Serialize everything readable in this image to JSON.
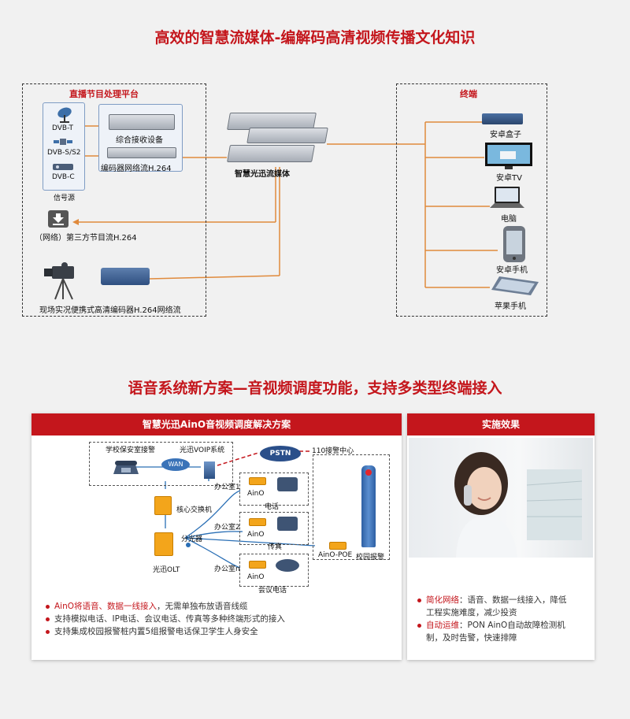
{
  "top": {
    "title": "高效的智慧流媒体-编解码高清视频传播文化知识",
    "platform_title": "直播节目处理平台",
    "sources": [
      "DVB-T",
      "DVB-S/S2",
      "DVB-C"
    ],
    "signal_label": "信号源",
    "receiver_label": "综合接收设备",
    "encoder_label": "编码器网络流H.264",
    "third_party_label": "（网络）第三方节目流H.264",
    "field_label": "现场实况便携式高清编码器H.264网络流",
    "server_label": "智慧光迅流媒体",
    "terminal_title": "终端",
    "terminals": [
      "安卓盒子",
      "安卓TV",
      "电脑",
      "安卓手机",
      "苹果手机"
    ]
  },
  "bottom": {
    "title": "语音系统新方案—音视频调度功能，支持多类型终端接入",
    "left_panel_title": "智慧光迅AinO音视频调度解决方案",
    "right_panel_title": "实施效果",
    "diagram": {
      "security_room": "学校保安室接警",
      "voip": "光迅VOIP系统",
      "wan": "WAN",
      "pstn": "PSTN",
      "alarm_center": "110接警中心",
      "core_switch": "核心交换机",
      "splitter": "分光器",
      "olt": "光迅OLT",
      "office1": "办公室1",
      "office2": "办公室2",
      "officen": "办公室n",
      "aino": "AinO",
      "phone": "电话",
      "fax": "传真",
      "conference_phone": "会议电话",
      "aino_poe": "AinO-POE",
      "campus_alarm": "校园报警"
    },
    "left_bullets": [
      {
        "highlight": "AinO将语音、数据一线接入",
        "rest": "，无需单独布放语音线缆"
      },
      {
        "highlight": "",
        "rest": "支持模拟电话、IP电话、会议电话、传真等多种终端形式的接入"
      },
      {
        "highlight": "",
        "rest": "支持集成校园报警桩内置5组报警电话保卫学生人身安全"
      }
    ],
    "right_bullets": [
      {
        "highlight": "简化网络",
        "rest": "：语音、数据一线接入，降低工程实施难度，减少投资"
      },
      {
        "highlight": "自动运维",
        "rest": "：PON AinO自动故障检测机制，及时告警，快速排障"
      }
    ]
  },
  "colors": {
    "accent": "#c4161c",
    "link_line": "#e08a3c",
    "optic_line": "#2a6fb5"
  }
}
